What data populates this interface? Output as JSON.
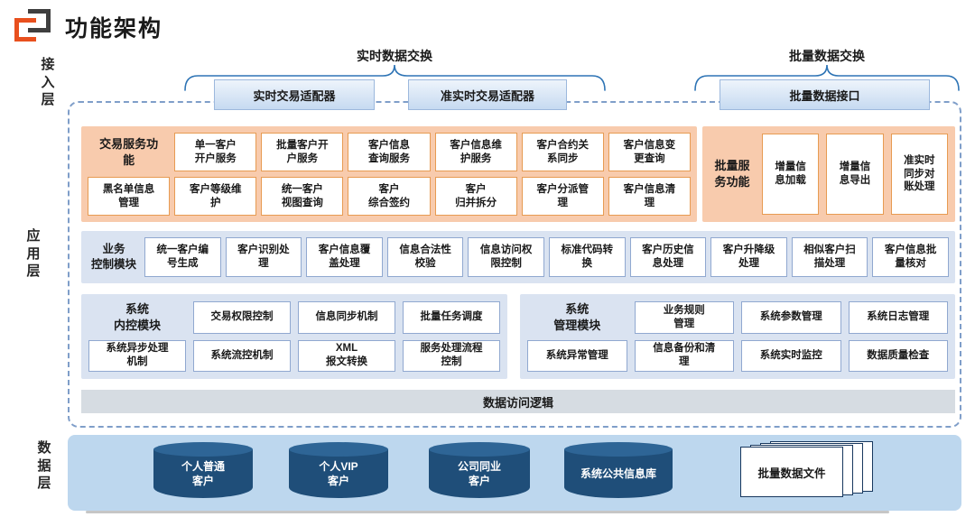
{
  "header": {
    "title": "功能架构"
  },
  "layers": {
    "access": "接入层",
    "application": "应用层",
    "data": "数据层"
  },
  "access_layer": {
    "realtime_group": "实时数据交换",
    "batch_group": "批量数据交换",
    "adapters": [
      "实时交易适配器",
      "准实时交易适配器",
      "批量数据接口"
    ]
  },
  "transaction_services": {
    "label": "交易服务功\n能",
    "row1": [
      "单一客户\n开户服务",
      "批量客户开\n户服务",
      "客户信息\n查询服务",
      "客户信息维\n护服务",
      "客户合约关\n系同步",
      "客户信息变\n更查询"
    ],
    "row2": [
      "黑名单信息\n管理",
      "客户等级维\n护",
      "统一客户\n视图查询",
      "客户\n综合签约",
      "客户\n归并拆分",
      "客户分派管\n理",
      "客户信息清\n理"
    ]
  },
  "batch_services": {
    "label": "批量服\n务功能",
    "items": [
      "增量信\n息加载",
      "增量信\n息导出",
      "准实时\n同步对\n账处理"
    ]
  },
  "business_control": {
    "label": "业务\n控制模块",
    "items": [
      "统一客户编\n号生成",
      "客户识别处\n理",
      "客户信息覆\n盖处理",
      "信息合法性\n校验",
      "信息访问权\n限控制",
      "标准代码转\n换",
      "客户历史信\n息处理",
      "客户升降级\n处理",
      "相似客户扫\n描处理",
      "客户信息批\n量核对"
    ]
  },
  "system_internal_control": {
    "label": "系统\n内控模块",
    "row1": [
      "交易权限控制",
      "信息同步机制",
      "批量任务调度"
    ],
    "row2": [
      "系统异步处理\n机制",
      "系统流控机制",
      "XML\n报文转换",
      "服务处理流程\n控制"
    ]
  },
  "system_management": {
    "label": "系统\n管理模块",
    "row1": [
      "业务规则\n管理",
      "系统参数管理",
      "系统日志管理"
    ],
    "row2": [
      "系统异常管理",
      "信息备份和清\n理",
      "系统实时监控",
      "数据质量检查"
    ]
  },
  "data_access": {
    "label": "数据访问逻辑"
  },
  "data_layer": {
    "databases": [
      "个人普通\n客户",
      "个人VIP\n客户",
      "公司同业\n客户",
      "系统公共信息库"
    ],
    "file_stack": "批量数据文件"
  },
  "colors": {
    "orange_panel": "#F8CBAD",
    "blue_panel": "#DAE3F1",
    "data_panel": "#BDD7EE",
    "cylinder_dark": "#1F4E79",
    "brace_blue": "#2E74B5",
    "dashed_border": "#7F9EC9",
    "gray_bar": "#D6DCE2"
  }
}
